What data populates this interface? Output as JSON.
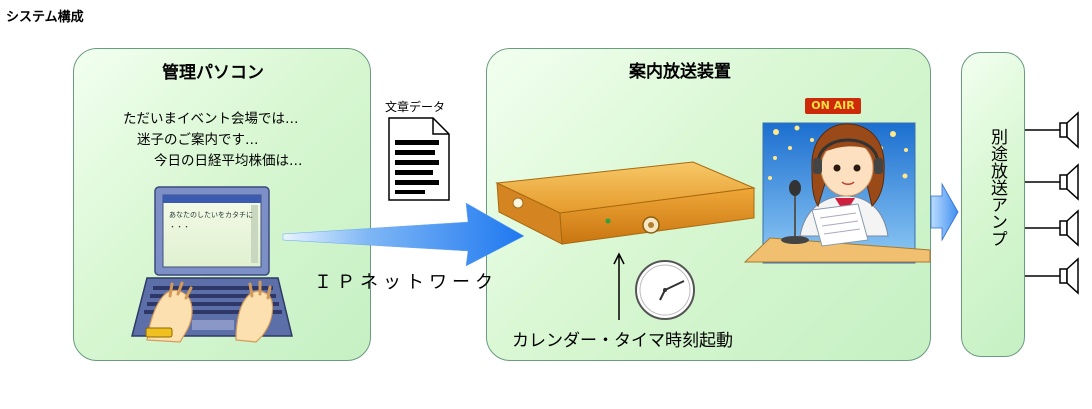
{
  "page_title": "システム構成",
  "pc_panel": {
    "title": "管理パソコン",
    "messages": [
      "ただいまイベント会場では…",
      "迷子のご案内です…",
      "今日の日経平均株価は…"
    ],
    "screen_text": "あなたのしたいをカタチに",
    "screen_dots": "・・・"
  },
  "document_label": "文章データ",
  "network_label": "ＩＰネットワーク",
  "device_panel": {
    "title": "案内放送装置",
    "onair_sign": "ON AIR",
    "calendar_label": "カレンダー・タイマ時刻起動"
  },
  "amp_panel": {
    "label": "別途放送アンプ"
  },
  "colors": {
    "panel_fill": "#d8f7d2",
    "panel_border": "#6a9a80",
    "arrow_blue": "#1e78f0",
    "device_orange": "#e89a28",
    "onair_red": "#cc2a08"
  }
}
